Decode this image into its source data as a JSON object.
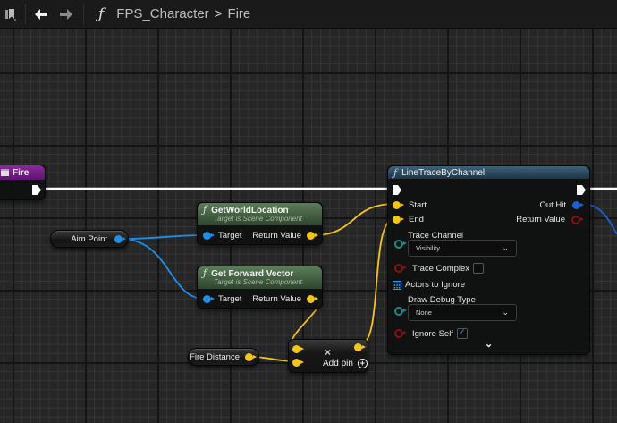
{
  "topbar": {
    "bookmark_icon": "bookmark-icon",
    "back_icon": "arrow-left-icon",
    "forward_icon": "arrow-right-icon",
    "function_glyph": "ƒ",
    "breadcrumb": [
      "FPS_Character",
      "Fire"
    ],
    "breadcrumb_separator": ">"
  },
  "nodes": {
    "fire_entry": {
      "title": "Fire",
      "header_color": "#7a1a8c"
    },
    "get_world_location": {
      "title": "GetWorldLocation",
      "subtitle": "Target is Scene Component",
      "input_label": "Target",
      "output_label": "Return Value",
      "header_color": "#4a6b48"
    },
    "get_forward_vector": {
      "title": "Get Forward Vector",
      "subtitle": "Target is Scene Component",
      "input_label": "Target",
      "output_label": "Return Value",
      "header_color": "#4a6b48"
    },
    "aim_point": {
      "label": "Aim Point"
    },
    "fire_distance": {
      "label": "Fire Distance"
    },
    "multiply": {
      "operator": "×",
      "add_pin_label": "Add pin",
      "add_pin_icon": "⊕"
    },
    "line_trace": {
      "title": "LineTraceByChannel",
      "header_color": "#2d4a5e",
      "inputs": {
        "start": "Start",
        "end": "End",
        "trace_channel_label": "Trace Channel",
        "trace_channel_value": "Visibility",
        "trace_complex_label": "Trace Complex",
        "trace_complex_checked": false,
        "actors_to_ignore_label": "Actors to Ignore",
        "draw_debug_type_label": "Draw Debug Type",
        "draw_debug_type_value": "None",
        "ignore_self_label": "Ignore Self",
        "ignore_self_checked": true
      },
      "outputs": {
        "out_hit": "Out Hit",
        "return_value": "Return Value"
      },
      "expand_icon": "chevron-down-icon"
    }
  },
  "colors": {
    "exec_wire": "#ffffff",
    "vector_wire": "#f5c518",
    "component_wire": "#1f8fe8",
    "hit_wire": "#1a5fd6",
    "grid_bg": "#262626"
  }
}
